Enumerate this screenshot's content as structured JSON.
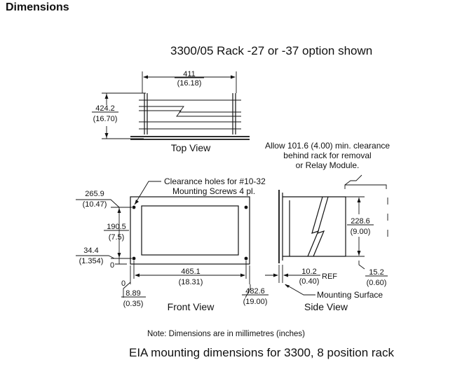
{
  "page_title": "Dimensions",
  "drawing_title": "3300/05 Rack -27 or -37 option shown",
  "caption": "EIA mounting dimensions for 3300, 8 position rack",
  "note": "Note:  Dimensions are in millimetres (inches)",
  "views": {
    "top": "Top View",
    "front": "Front View",
    "side": "Side View"
  },
  "top_view": {
    "width_mm": "411",
    "width_in": "(16.18)",
    "depth_mm": "424.2",
    "depth_in": "(16.70)"
  },
  "front_view": {
    "clearance_line1": "Clearance holes for #10-32",
    "clearance_line2": "Mounting Screws 4 pl.",
    "h_total_mm": "265.9",
    "h_total_in": "(10.47)",
    "h_hole_mm": "190.5",
    "h_hole_in": "(7.5)",
    "h_low_mm": "34.4",
    "h_low_in": "(1.354)",
    "zero_y": "0",
    "zero_x": "0",
    "hole_span_mm": "465.1",
    "hole_span_in": "(18.31)",
    "x_offset_mm": "8.89",
    "x_offset_in": "(0.35)",
    "overall_w_mm": "482.6",
    "overall_w_in": "(19.00)"
  },
  "side_view": {
    "allow_line1": "Allow 101.6 (4.00) min. clearance",
    "allow_line2": "behind rack for removal",
    "allow_line3": "or Relay Module.",
    "height_mm": "228.6",
    "height_in": "(9.00)",
    "flange_mm": "10.2",
    "flange_in": "(0.40)",
    "ref": "REF",
    "offset_mm": "15.2",
    "offset_in": "(0.60)",
    "mounting_surface": "Mounting Surface"
  }
}
